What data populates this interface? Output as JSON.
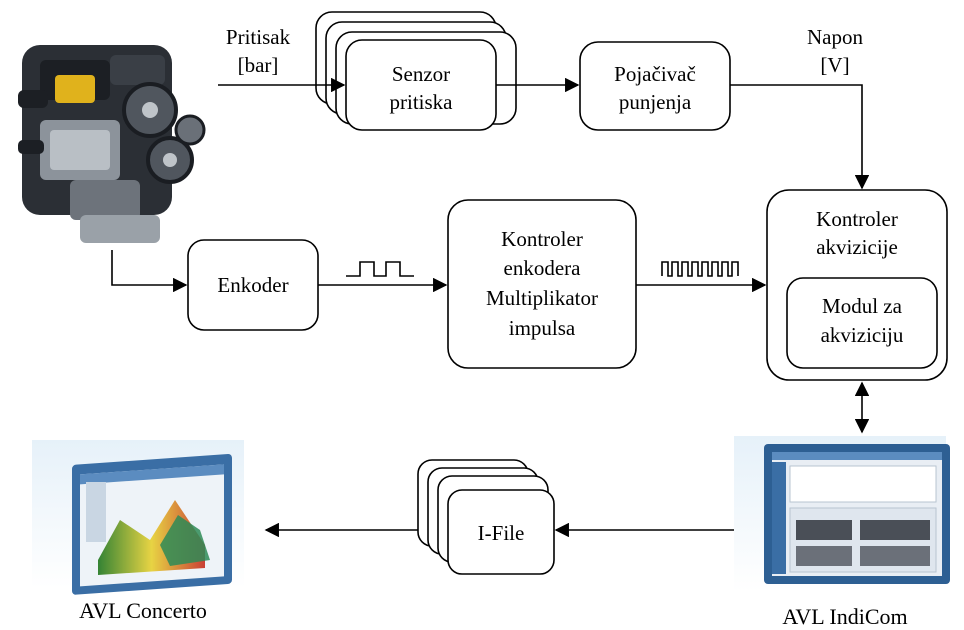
{
  "labels": {
    "pressure_line1": "Pritisak",
    "pressure_line2": "[bar]",
    "voltage_line1": "Napon",
    "voltage_line2": "[V]"
  },
  "boxes": {
    "sensor_line1": "Senzor",
    "sensor_line2": "pritiska",
    "amplifier_line1": "Pojačivač",
    "amplifier_line2": "punjenja",
    "encoder": "Enkoder",
    "enc_ctrl_line1": "Kontroler",
    "enc_ctrl_line2": "enkodera",
    "enc_ctrl_line3": "Multiplikator",
    "enc_ctrl_line4": "impulsa",
    "acq_ctrl_line1": "Kontroler",
    "acq_ctrl_line2": "akvizicije",
    "acq_module_line1": "Modul za",
    "acq_module_line2": "akviziciju",
    "ifile": "I-File"
  },
  "captions": {
    "concerto": "AVL Concerto",
    "indicom": "AVL IndiCom"
  },
  "colors": {
    "engine_dark": "#2b2f35",
    "engine_yellow": "#e0b21c",
    "monitor_blue": "#3a6ea5",
    "background_blue": "#cfe3f2"
  }
}
